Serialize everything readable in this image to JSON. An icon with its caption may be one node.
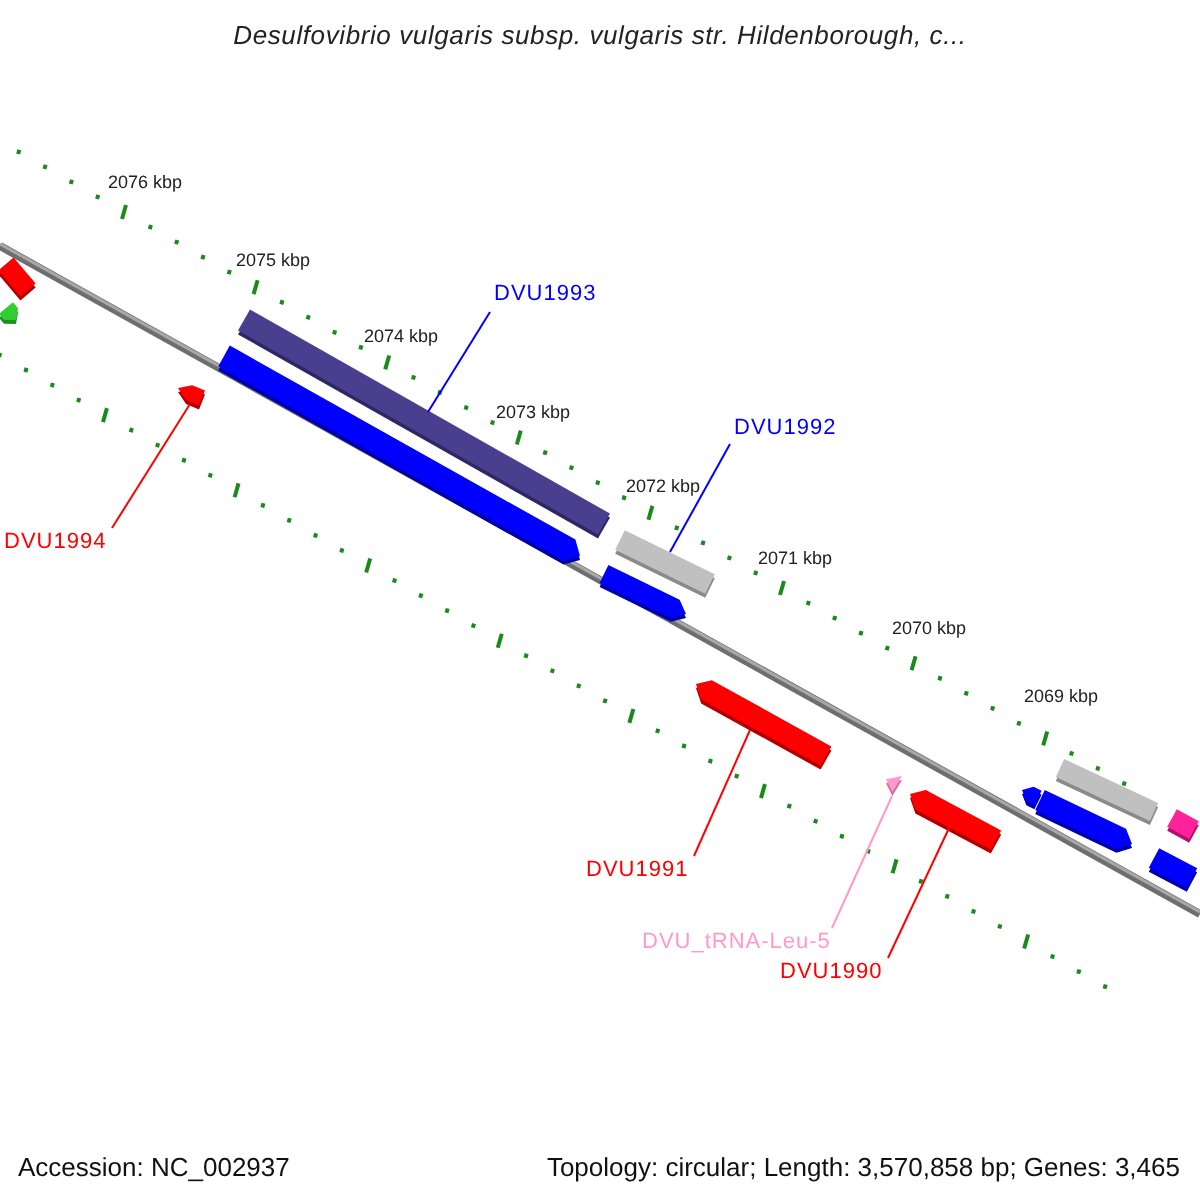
{
  "diagram": {
    "title": "Desulfovibrio vulgaris subsp. vulgaris str. Hildenborough, c...",
    "nodes": [
      {
        "text": [
          "DVU1993"
        ]
      },
      {
        "text": [],
        "shape": "bar"
      },
      {
        "text": [
          "DVU1992"
        ]
      },
      {
        "text": [],
        "shape": "bar"
      },
      {
        "text": [],
        "shape": "bar"
      },
      {
        "text": [
          "DVU1994"
        ]
      },
      {
        "text": [],
        "shape": "bar"
      },
      {
        "text": [],
        "shape": "triangle"
      },
      {
        "text": [],
        "shape": "bar"
      },
      {
        "text": [
          "DVU1991"
        ]
      },
      {
        "text": [
          "DVU_tRNA-Leu-5"
        ]
      },
      {
        "text": [
          "DVU1990"
        ]
      },
      {
        "text": [],
        "shape": "bar"
      },
      {
        "text": [],
        "shape": "bar"
      },
      {
        "text": [],
        "shape": "bar"
      },
      {
        "text": [],
        "shape": "bar"
      },
      {
        "text": [],
        "shape": "bar"
      },
      {
        "text": [],
        "shape": "bar"
      },
      {
        "text": [],
        "shape": "bar"
      },
      {
        "text": [],
        "shape": "bar"
      },
      {
        "text": [],
        "shape": "bar"
      }
    ],
    "edges": [
      {
        "from": 0,
        "to": 1,
        "arrow": "none",
        "color": "#0000ff"
      },
      {
        "from": 2,
        "to": 3,
        "arrow": "none",
        "color": "#0000ff"
      },
      {
        "from": 5,
        "to": 4,
        "arrow": "none",
        "color": "#ff0000"
      },
      {
        "from": 9,
        "to": 6,
        "arrow": "none",
        "color": "#ff0000"
      },
      {
        "from": 10,
        "to": 7,
        "arrow": "none",
        "color": "#ff99cc"
      },
      {
        "from": 11,
        "to": 8,
        "arrow": "none",
        "color": "#ff0000"
      }
    ],
    "labels": [
      "2076 kbp",
      "2075 kbp",
      "2074 kbp",
      "2073 kbp",
      "2072 kbp",
      "2071 kbp",
      "2070 kbp",
      "2069 kbp",
      "Accession: NC_002937",
      "Topology: circular; Length: 3,570,858 bp; Genes: 3,465"
    ]
  }
}
